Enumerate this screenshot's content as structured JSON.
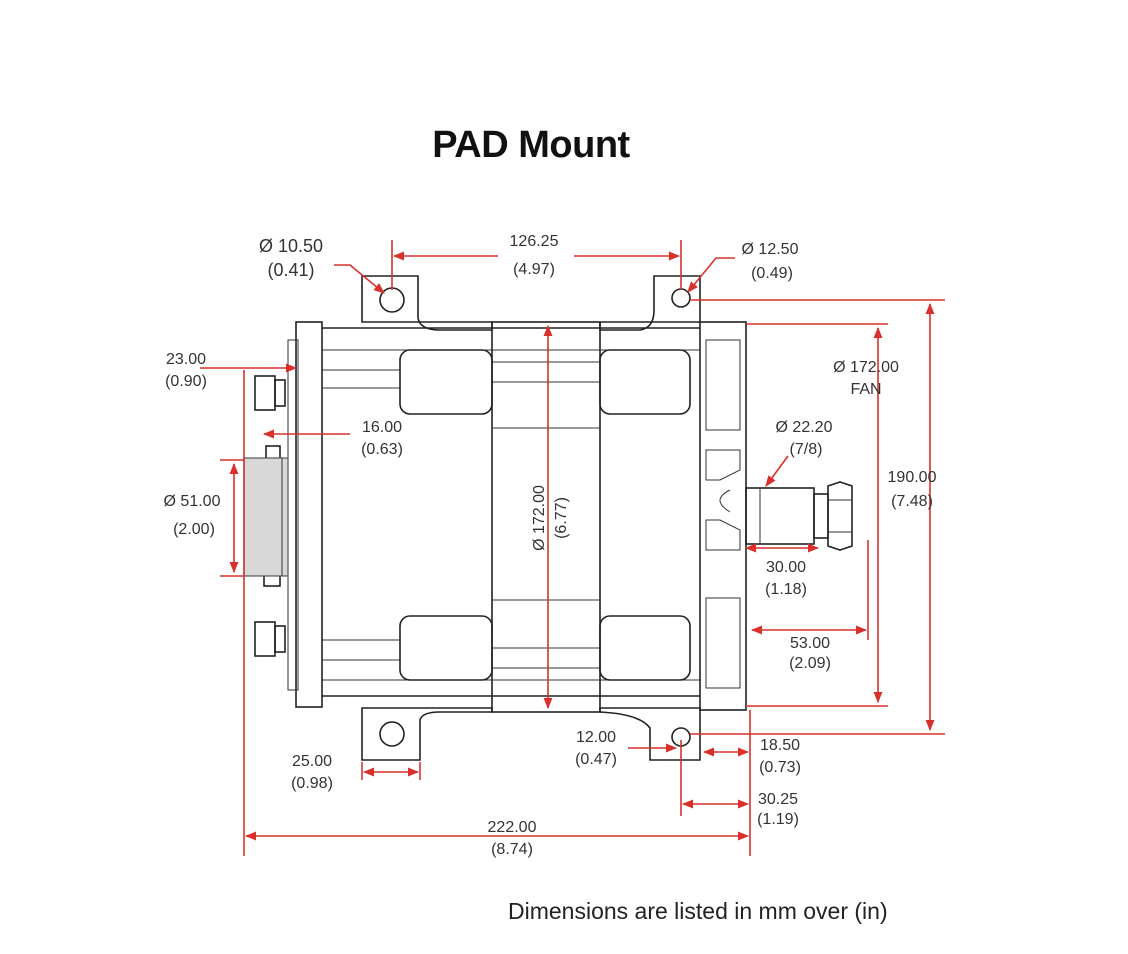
{
  "title": "PAD Mount",
  "footer": "Dimensions are listed in mm over (in)",
  "colors": {
    "dimension_line": "#d9302c",
    "outline": "#222222"
  },
  "dimensions": {
    "hole_left": {
      "mm": "Ø 10.50",
      "in": "(0.41)"
    },
    "hole_span": {
      "mm": "126.25",
      "in": "(4.97)"
    },
    "hole_right": {
      "mm": "Ø 12.50",
      "in": "(0.49)"
    },
    "terminal_offset": {
      "mm": "23.00",
      "in": "(0.90)"
    },
    "terminal_stud": {
      "mm": "16.00",
      "in": "(0.63)"
    },
    "boss_diameter": {
      "mm": "Ø 51.00",
      "in": "(2.00)"
    },
    "body_diameter": {
      "mm": "Ø 172.00",
      "in": "(6.77)"
    },
    "fan_diameter": {
      "mm": "Ø 172.00",
      "in": "FAN"
    },
    "shaft_diameter": {
      "mm": "Ø 22.20",
      "in": "(7/8)"
    },
    "overall_height": {
      "mm": "190.00",
      "in": "(7.48)"
    },
    "shaft_length": {
      "mm": "30.00",
      "in": "(1.18)"
    },
    "fan_to_end": {
      "mm": "53.00",
      "in": "(2.09)"
    },
    "foot_slot": {
      "mm": "12.00",
      "in": "(0.47)"
    },
    "foot_width": {
      "mm": "25.00",
      "in": "(0.98)"
    },
    "foot_to_face": {
      "mm": "18.50",
      "in": "(0.73)"
    },
    "hole_to_face": {
      "mm": "30.25",
      "in": "(1.19)"
    },
    "overall_length": {
      "mm": "222.00",
      "in": "(8.74)"
    }
  }
}
